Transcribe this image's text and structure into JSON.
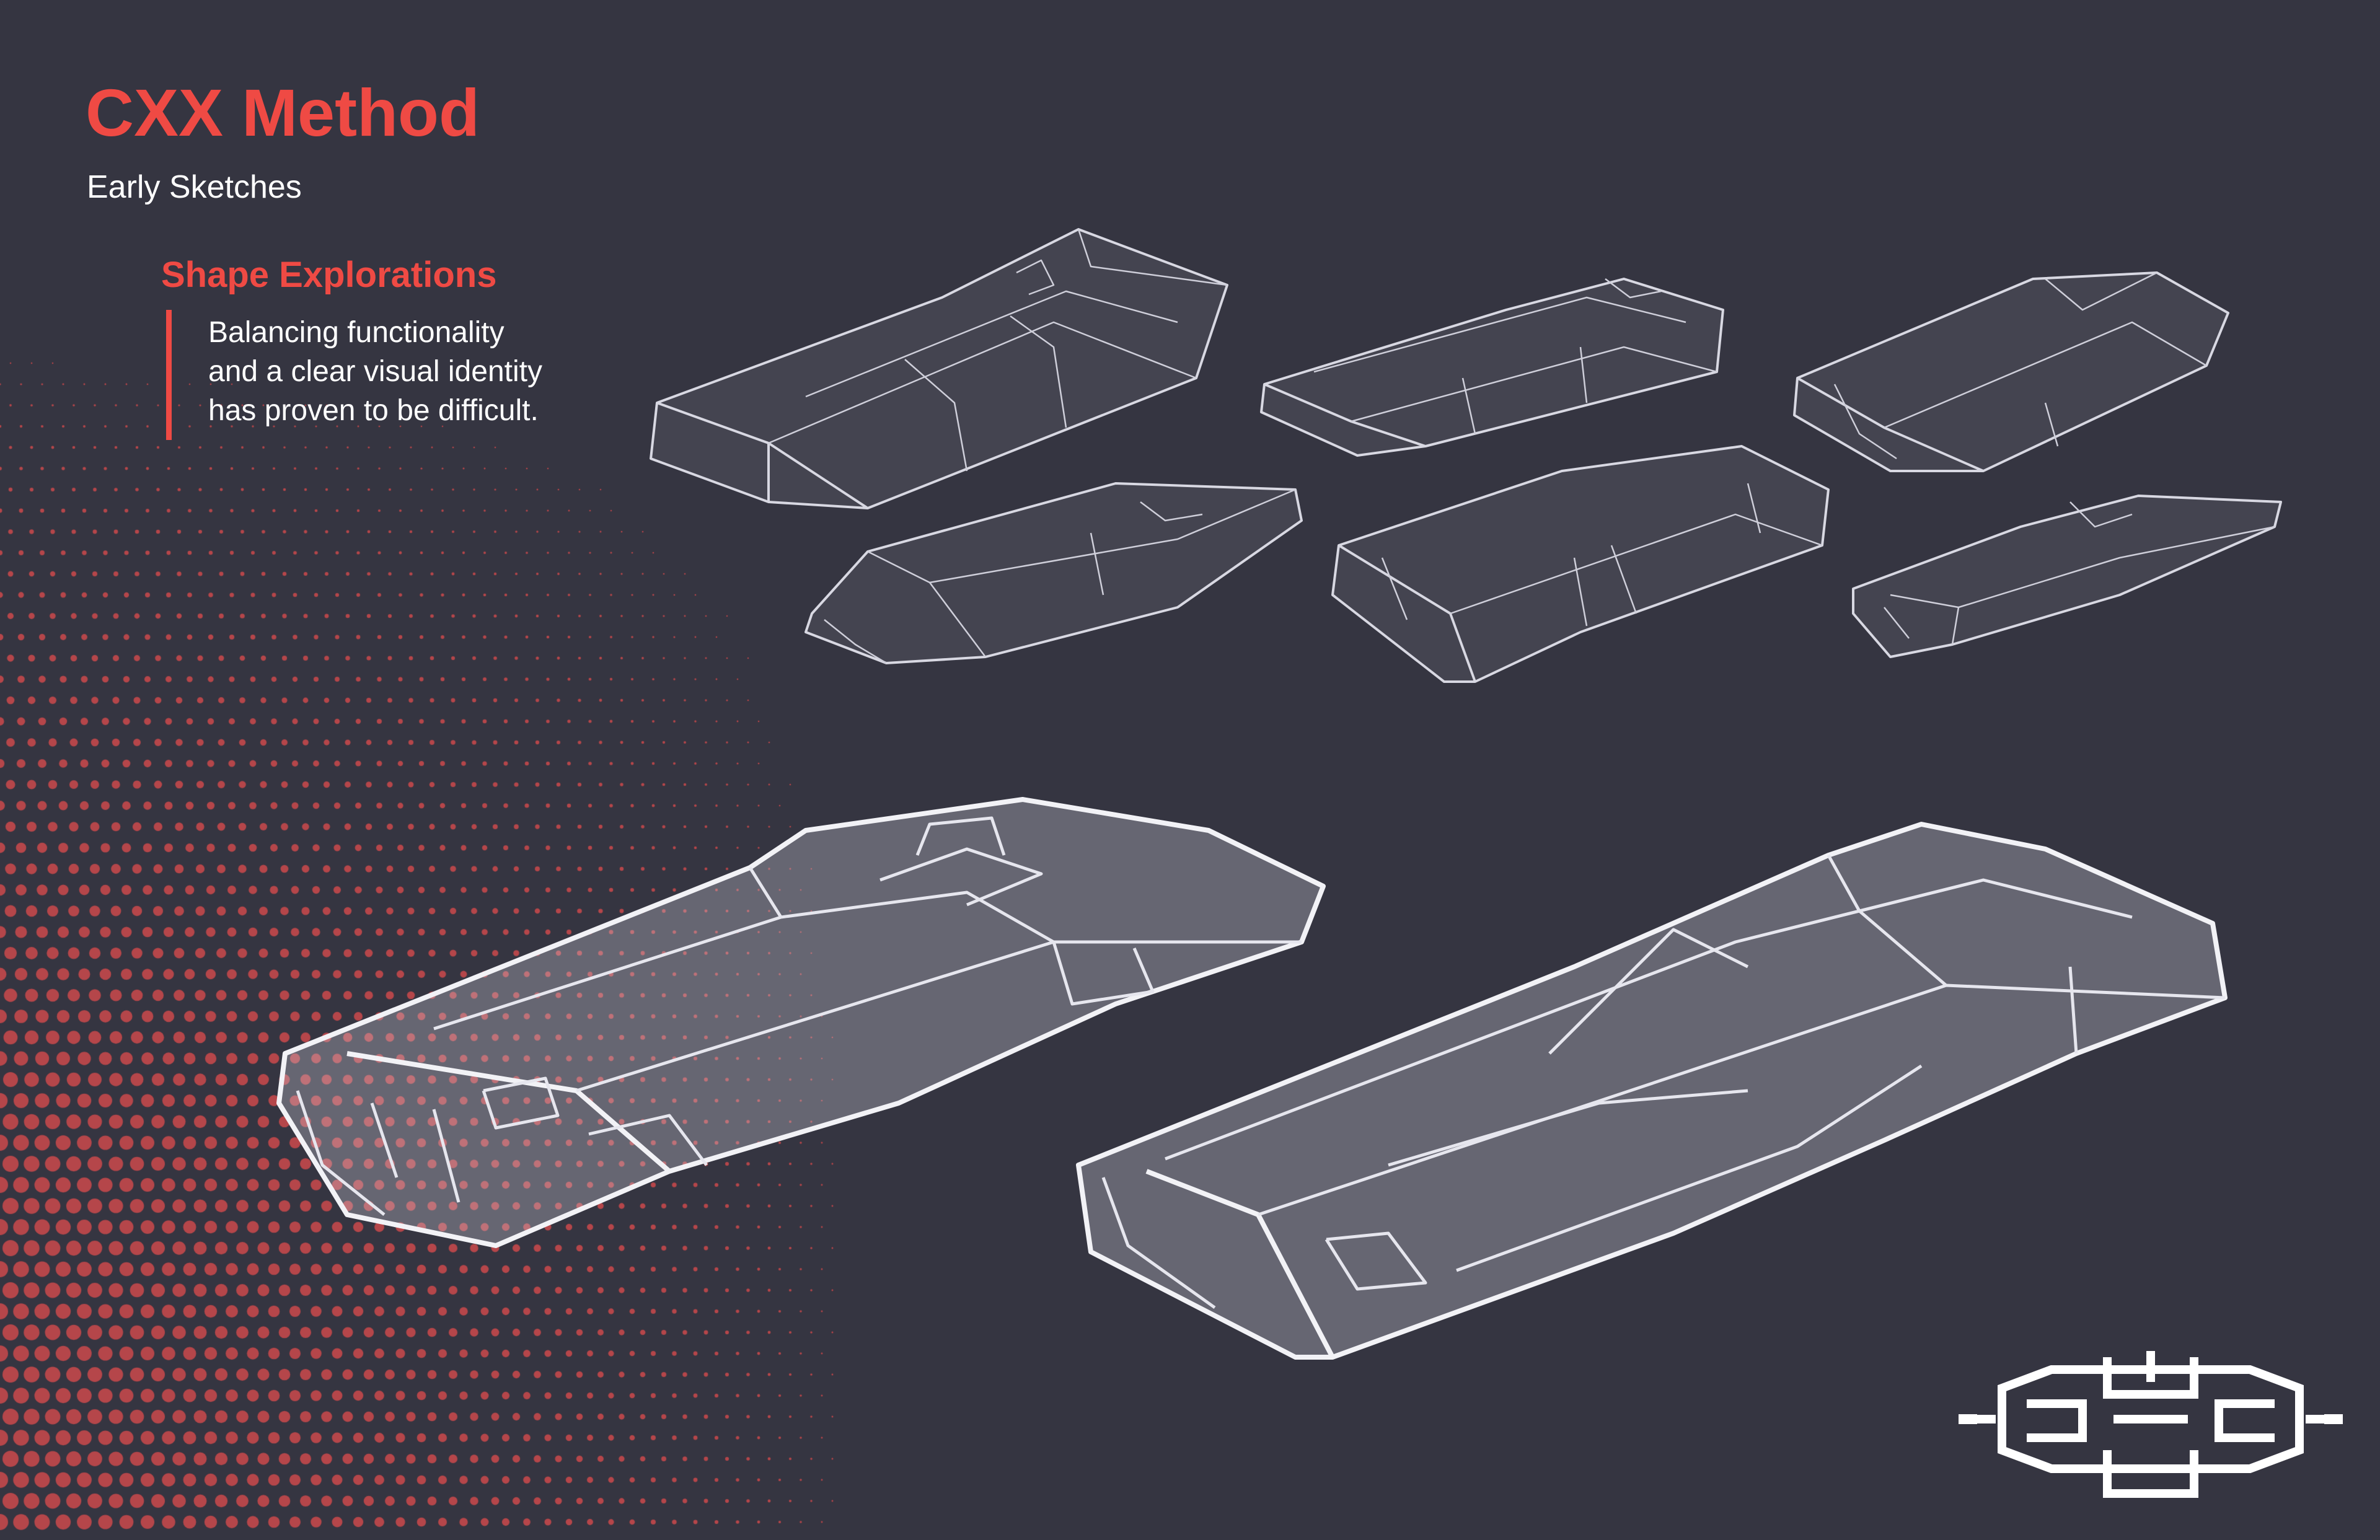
{
  "header": {
    "title": "CXX Method",
    "subtitle": "Early Sketches"
  },
  "section": {
    "heading": "Shape Explorations",
    "body_lines": [
      "Balancing functionality",
      "and a clear visual identity",
      "has proven to be difficult."
    ]
  },
  "colors": {
    "background": "#353541",
    "accent": "#ef4a44",
    "text": "#ffffff",
    "halftone": "#b5464a",
    "sketch_line": "#f2f2f6"
  },
  "sketches": {
    "small_count": 6,
    "large_count": 2
  },
  "logo": {
    "icon": "emblem-icon"
  }
}
